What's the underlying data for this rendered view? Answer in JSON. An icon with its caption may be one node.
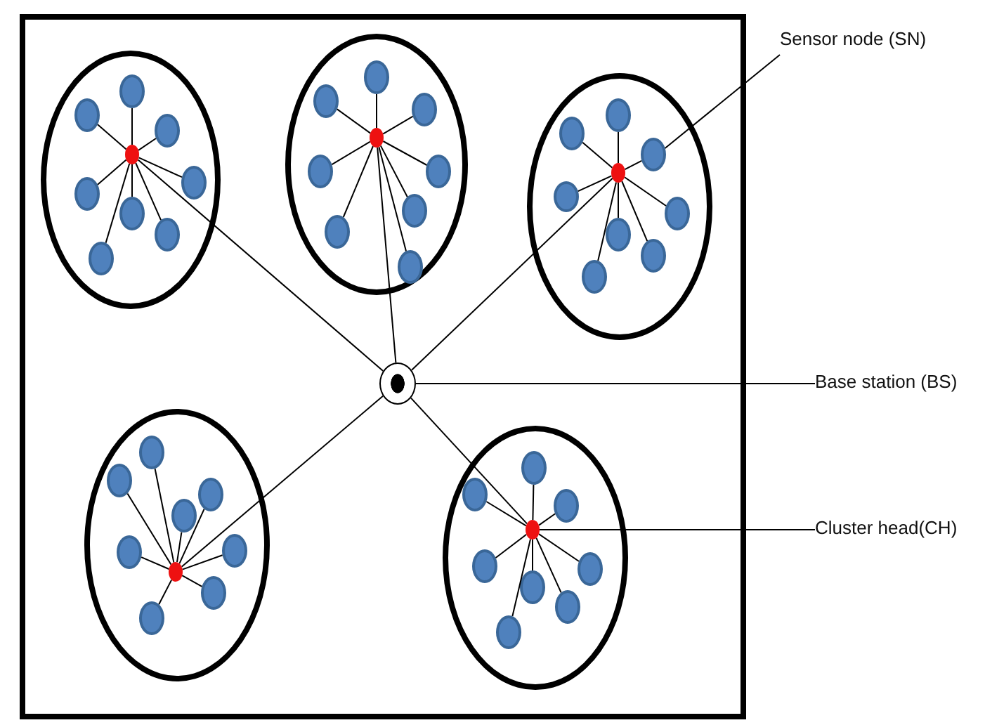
{
  "diagram": {
    "nodes": [
      {
        "text": [],
        "shape": "box"
      },
      {
        "text": [],
        "shape": "circle",
        "in": 0
      },
      {
        "text": [],
        "shape": "circle",
        "in": 1
      },
      {
        "text": [],
        "shape": "circle",
        "in": 1
      },
      {
        "text": [],
        "shape": "circle",
        "in": 1
      },
      {
        "text": [],
        "shape": "circle",
        "in": 1
      },
      {
        "text": [],
        "shape": "circle",
        "in": 1
      },
      {
        "text": [],
        "shape": "circle",
        "in": 1
      },
      {
        "text": [],
        "shape": "circle",
        "in": 1
      },
      {
        "text": [],
        "shape": "circle",
        "in": 1
      },
      {
        "text": [],
        "shape": "circle",
        "in": 1
      },
      {
        "text": [],
        "shape": "circle",
        "in": 0
      },
      {
        "text": [],
        "shape": "circle",
        "in": 11
      },
      {
        "text": [],
        "shape": "circle",
        "in": 11
      },
      {
        "text": [],
        "shape": "circle",
        "in": 11
      },
      {
        "text": [],
        "shape": "circle",
        "in": 11
      },
      {
        "text": [],
        "shape": "circle",
        "in": 11
      },
      {
        "text": [],
        "shape": "circle",
        "in": 11
      },
      {
        "text": [],
        "shape": "circle",
        "in": 11
      },
      {
        "text": [],
        "shape": "circle",
        "in": 11
      },
      {
        "text": [],
        "shape": "circle",
        "in": 11
      },
      {
        "text": [],
        "shape": "circle",
        "in": 0
      },
      {
        "text": [],
        "shape": "circle",
        "in": 21
      },
      {
        "text": [],
        "shape": "circle",
        "in": 21
      },
      {
        "text": [],
        "shape": "circle",
        "in": 21
      },
      {
        "text": [],
        "shape": "circle",
        "in": 21
      },
      {
        "text": [],
        "shape": "circle",
        "in": 21
      },
      {
        "text": [],
        "shape": "circle",
        "in": 21
      },
      {
        "text": [],
        "shape": "circle",
        "in": 21
      },
      {
        "text": [],
        "shape": "circle",
        "in": 21
      },
      {
        "text": [],
        "shape": "circle",
        "in": 21
      },
      {
        "text": [],
        "shape": "circle",
        "in": 0
      },
      {
        "text": [],
        "shape": "circle",
        "in": 0
      },
      {
        "text": [],
        "shape": "circle",
        "in": 32
      },
      {
        "text": [],
        "shape": "circle",
        "in": 32
      },
      {
        "text": [],
        "shape": "circle",
        "in": 32
      },
      {
        "text": [],
        "shape": "circle",
        "in": 32
      },
      {
        "text": [],
        "shape": "circle",
        "in": 32
      },
      {
        "text": [],
        "shape": "circle",
        "in": 32
      },
      {
        "text": [],
        "shape": "circle",
        "in": 32
      },
      {
        "text": [],
        "shape": "circle",
        "in": 32
      },
      {
        "text": [],
        "shape": "circle",
        "in": 32
      },
      {
        "text": [],
        "shape": "circle",
        "in": 0
      },
      {
        "text": [],
        "shape": "circle",
        "in": 42
      },
      {
        "text": [],
        "shape": "circle",
        "in": 42
      },
      {
        "text": [],
        "shape": "circle",
        "in": 42
      },
      {
        "text": [],
        "shape": "circle",
        "in": 42
      },
      {
        "text": [],
        "shape": "circle",
        "in": 42
      },
      {
        "text": [],
        "shape": "circle",
        "in": 42
      },
      {
        "text": [],
        "shape": "circle",
        "in": 42
      },
      {
        "text": [],
        "shape": "circle",
        "in": 42
      },
      {
        "text": [],
        "shape": "circle",
        "in": 42
      },
      {
        "text": [
          "Sensor node (SN)"
        ]
      },
      {
        "text": [
          "Base station (BS)"
        ]
      },
      {
        "text": [
          "Cluster head(CH)"
        ]
      }
    ],
    "edges": [
      {
        "from": 3,
        "to": 2,
        "arrow": "none"
      },
      {
        "from": 4,
        "to": 2,
        "arrow": "none"
      },
      {
        "from": 5,
        "to": 2,
        "arrow": "none"
      },
      {
        "from": 6,
        "to": 2,
        "arrow": "none"
      },
      {
        "from": 7,
        "to": 2,
        "arrow": "none"
      },
      {
        "from": 8,
        "to": 2,
        "arrow": "none"
      },
      {
        "from": 9,
        "to": 2,
        "arrow": "none"
      },
      {
        "from": 10,
        "to": 2,
        "arrow": "none"
      },
      {
        "from": 13,
        "to": 12,
        "arrow": "none"
      },
      {
        "from": 14,
        "to": 12,
        "arrow": "none"
      },
      {
        "from": 15,
        "to": 12,
        "arrow": "none"
      },
      {
        "from": 16,
        "to": 12,
        "arrow": "none"
      },
      {
        "from": 17,
        "to": 12,
        "arrow": "none"
      },
      {
        "from": 18,
        "to": 12,
        "arrow": "none"
      },
      {
        "from": 19,
        "to": 12,
        "arrow": "none"
      },
      {
        "from": 20,
        "to": 12,
        "arrow": "none"
      },
      {
        "from": 23,
        "to": 22,
        "arrow": "none"
      },
      {
        "from": 24,
        "to": 22,
        "arrow": "none"
      },
      {
        "from": 25,
        "to": 22,
        "arrow": "none"
      },
      {
        "from": 26,
        "to": 22,
        "arrow": "none"
      },
      {
        "from": 27,
        "to": 22,
        "arrow": "none"
      },
      {
        "from": 28,
        "to": 22,
        "arrow": "none"
      },
      {
        "from": 29,
        "to": 22,
        "arrow": "none"
      },
      {
        "from": 30,
        "to": 22,
        "arrow": "none"
      },
      {
        "from": 34,
        "to": 33,
        "arrow": "none"
      },
      {
        "from": 35,
        "to": 33,
        "arrow": "none"
      },
      {
        "from": 36,
        "to": 33,
        "arrow": "none"
      },
      {
        "from": 37,
        "to": 33,
        "arrow": "none"
      },
      {
        "from": 38,
        "to": 33,
        "arrow": "none"
      },
      {
        "from": 39,
        "to": 33,
        "arrow": "none"
      },
      {
        "from": 40,
        "to": 33,
        "arrow": "none"
      },
      {
        "from": 41,
        "to": 33,
        "arrow": "none"
      },
      {
        "from": 44,
        "to": 43,
        "arrow": "none"
      },
      {
        "from": 45,
        "to": 43,
        "arrow": "none"
      },
      {
        "from": 46,
        "to": 43,
        "arrow": "none"
      },
      {
        "from": 47,
        "to": 43,
        "arrow": "none"
      },
      {
        "from": 48,
        "to": 43,
        "arrow": "none"
      },
      {
        "from": 49,
        "to": 43,
        "arrow": "none"
      },
      {
        "from": 50,
        "to": 43,
        "arrow": "none"
      },
      {
        "from": 51,
        "to": 43,
        "arrow": "none"
      },
      {
        "from": 2,
        "to": 31,
        "arrow": "none"
      },
      {
        "from": 12,
        "to": 31,
        "arrow": "none"
      },
      {
        "from": 22,
        "to": 31,
        "arrow": "none"
      },
      {
        "from": 33,
        "to": 31,
        "arrow": "none"
      },
      {
        "from": 43,
        "to": 31,
        "arrow": "none"
      },
      {
        "from": 52,
        "to": 25,
        "arrow": "none"
      },
      {
        "from": 53,
        "to": 31,
        "arrow": "none"
      },
      {
        "from": 54,
        "to": 43,
        "arrow": "none"
      }
    ]
  }
}
